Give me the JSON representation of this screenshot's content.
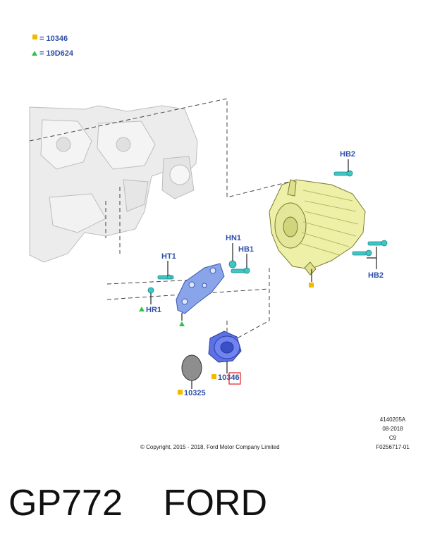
{
  "legend": [
    {
      "symbol": "square",
      "color": "#f5b800",
      "label": "= 10346"
    },
    {
      "symbol": "triangle",
      "color": "#2ec24a",
      "label": "= 19D624"
    }
  ],
  "callouts": {
    "hb2_top": "HB2",
    "hb2_right": "HB2",
    "hn1": "HN1",
    "hb1": "HB1",
    "ht1": "HT1",
    "hr1": "HR1",
    "part_10346": "10346",
    "part_10325": "10325"
  },
  "info_block": {
    "line1": "4140205A",
    "line2": "08-2018",
    "line3": "C9",
    "line4": "F0256717-01"
  },
  "copyright": "© Copyright, 2015 - 2018, Ford Motor Company Limited",
  "caption": "GP772    FORD",
  "colors": {
    "label_blue": "#2e4fa8",
    "marker_orange": "#f5b800",
    "marker_green": "#2ec24a",
    "alternator_yellow": "#eef0a8",
    "bracket_blue": "#8aa4ea",
    "pulley_blue": "#5b72e6",
    "bolt_teal": "#3fc5c5",
    "highlight_red": "#e02020"
  }
}
